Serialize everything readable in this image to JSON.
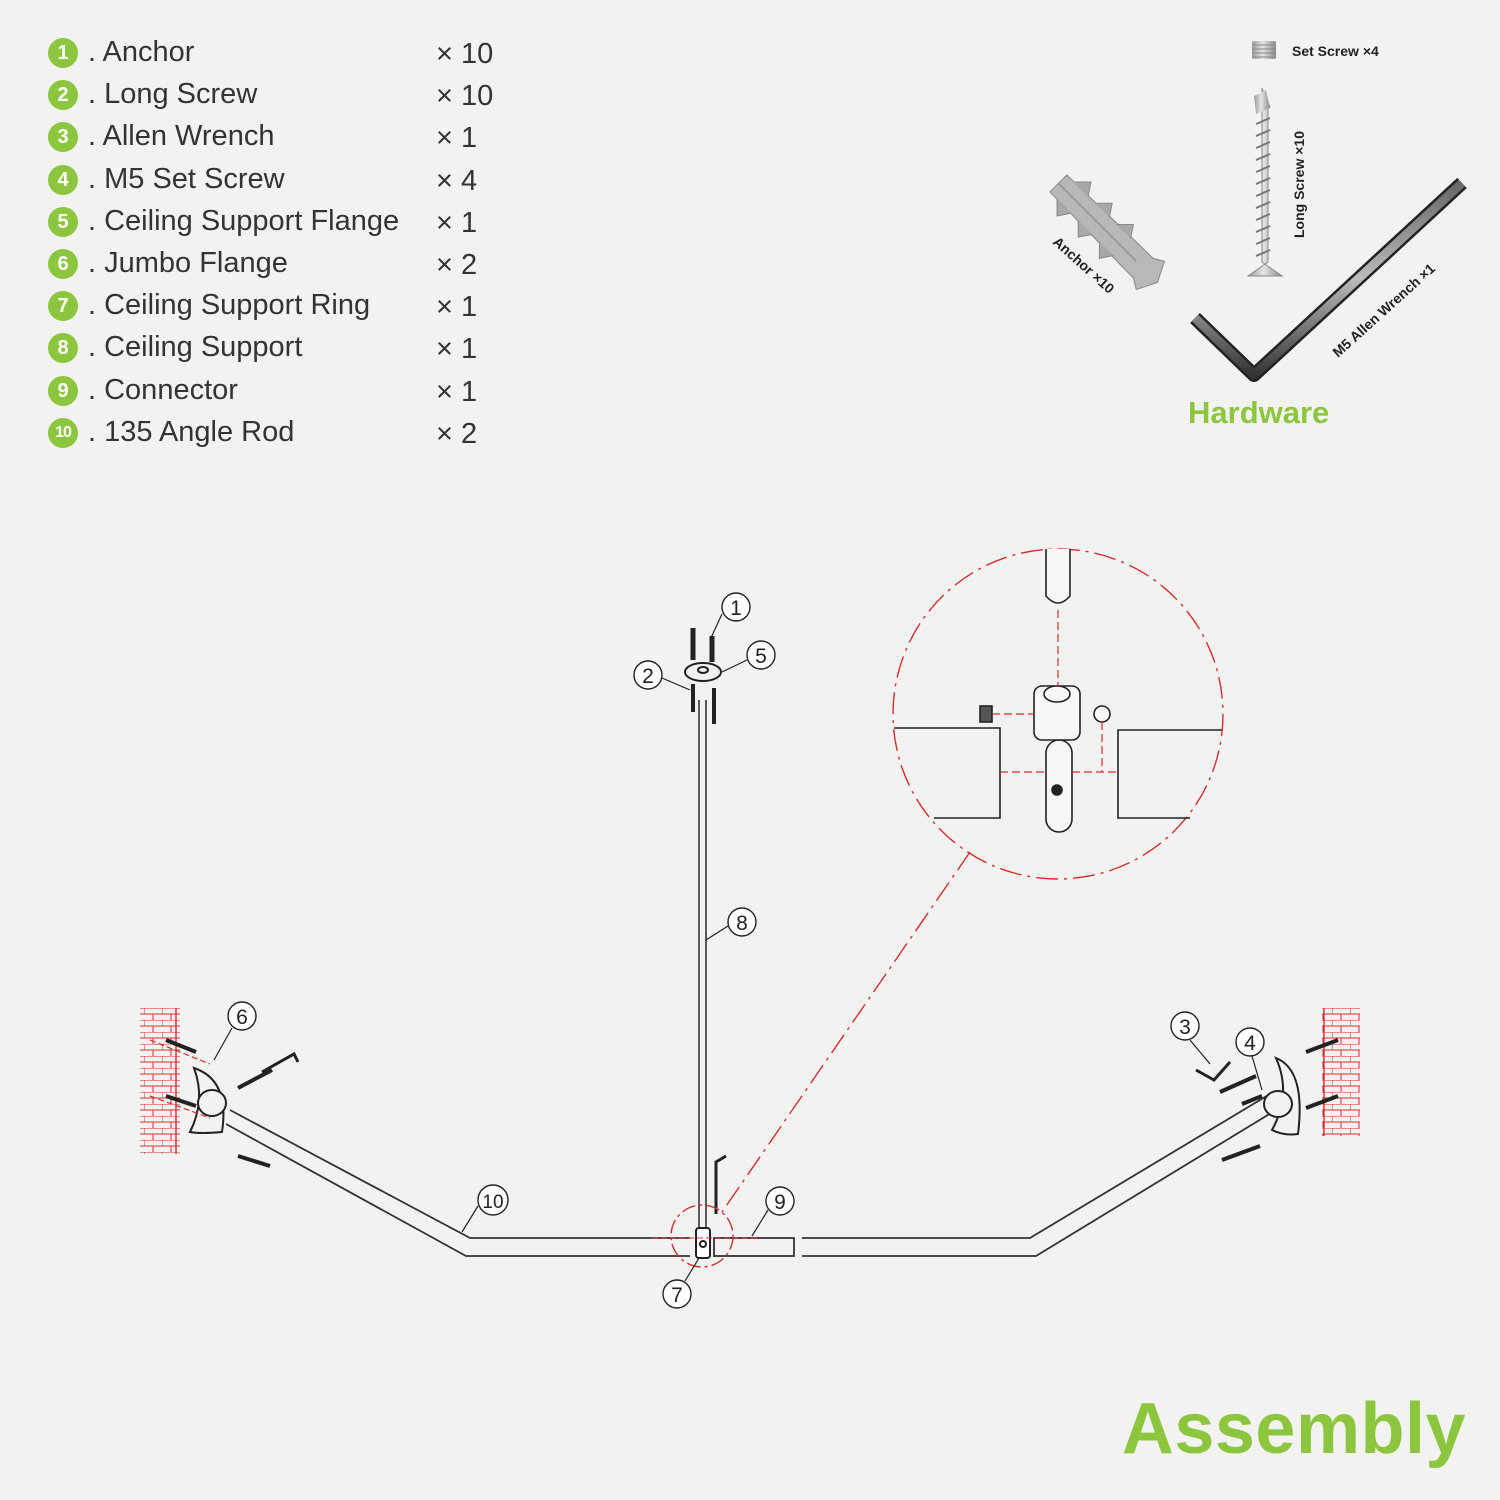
{
  "parts": [
    {
      "num": "1",
      "name": ". Anchor",
      "qty": "× 10"
    },
    {
      "num": "2",
      "name": ". Long Screw",
      "qty": "× 10"
    },
    {
      "num": "3",
      "name": ". Allen Wrench",
      "qty": "× 1"
    },
    {
      "num": "4",
      "name": ". M5 Set Screw",
      "qty": "× 4"
    },
    {
      "num": "5",
      "name": ". Ceiling Support Flange",
      "qty": "× 1"
    },
    {
      "num": "6",
      "name": ". Jumbo Flange",
      "qty": "× 2"
    },
    {
      "num": "7",
      "name": ". Ceiling Support Ring",
      "qty": "× 1"
    },
    {
      "num": "8",
      "name": ". Ceiling Support",
      "qty": "× 1"
    },
    {
      "num": "9",
      "name": ". Connector",
      "qty": "× 1"
    },
    {
      "num": "10",
      "name": ". 135 Angle Rod",
      "qty": "× 2"
    }
  ],
  "hardware": {
    "title": "Hardware",
    "set_screw_label": "Set Screw ×4",
    "long_screw_label": "Long Screw ×10",
    "anchor_label": "Anchor ×10",
    "allen_wrench_label": "M5 Allen Wrench ×1"
  },
  "callouts": {
    "c1": "1",
    "c2": "2",
    "c3": "3",
    "c4": "4",
    "c5": "5",
    "c6": "6",
    "c7": "7",
    "c8": "8",
    "c9": "9",
    "c10": "10"
  },
  "assembly_title": "Assembly",
  "colors": {
    "accent": "#8cc63f",
    "detail_red": "#d62e2e",
    "line": "#333333"
  }
}
